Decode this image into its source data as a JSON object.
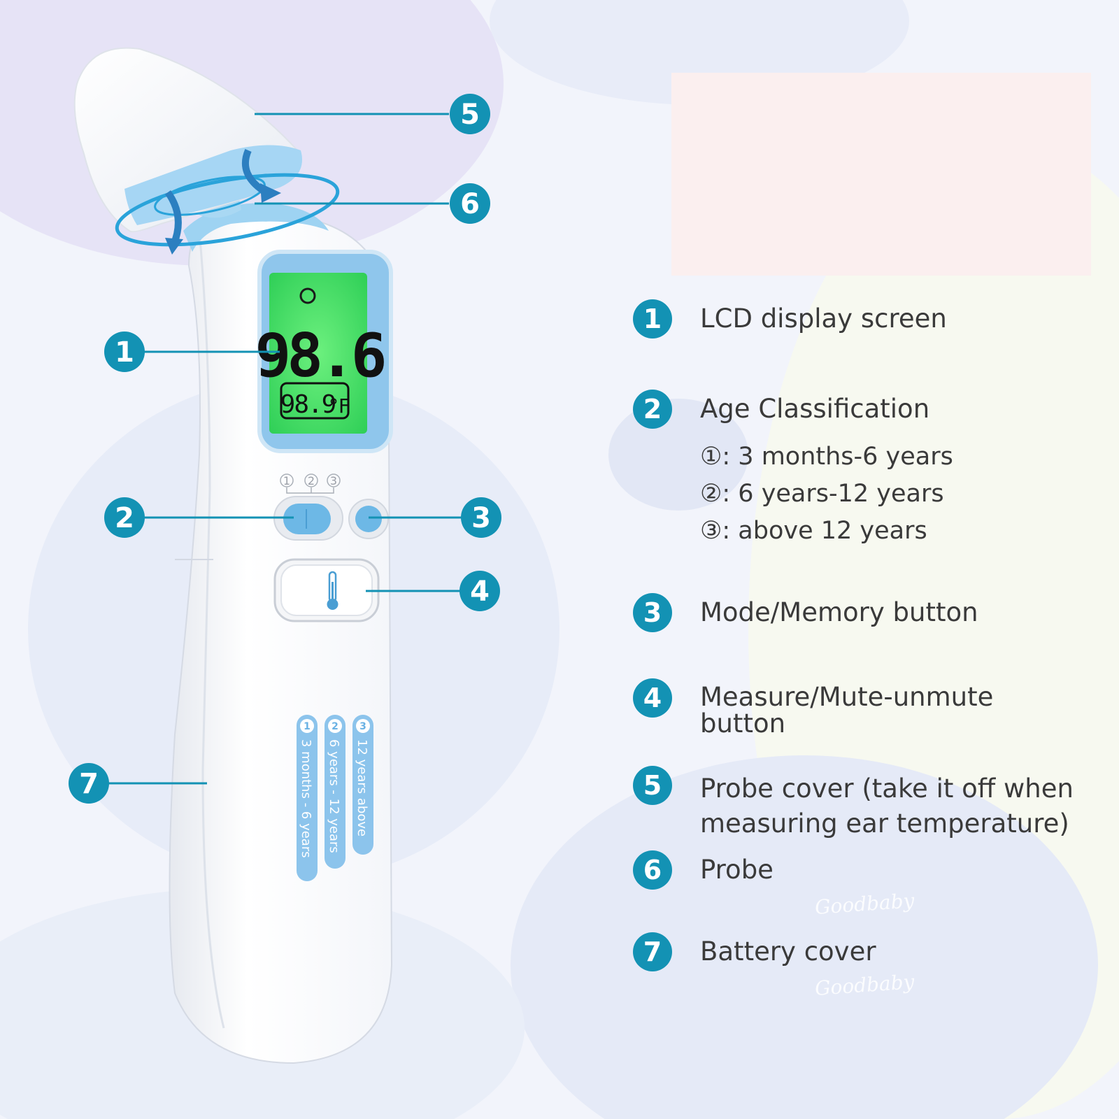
{
  "device": {
    "lcd_main_reading": "98.6",
    "lcd_sub_reading": "98.9",
    "lcd_unit": "°F",
    "switch_positions": [
      "1",
      "2",
      "3"
    ],
    "strip_labels": [
      {
        "num": "1",
        "text": "3 months - 6 years"
      },
      {
        "num": "2",
        "text": "6 years - 12 years"
      },
      {
        "num": "3",
        "text": "12 years above"
      }
    ]
  },
  "callouts": [
    "1",
    "2",
    "3",
    "4",
    "5",
    "6",
    "7"
  ],
  "legend": [
    {
      "num": "1",
      "text": "LCD display screen"
    },
    {
      "num": "2",
      "text": "Age Classification",
      "sub": [
        "①: 3 months-6 years",
        "②: 6 years-12 years",
        "③: above 12 years"
      ]
    },
    {
      "num": "3",
      "text": "Mode/Memory button"
    },
    {
      "num": "4",
      "text": "Measure/Mute-unmute button"
    },
    {
      "num": "5",
      "text": "Probe cover (take it off when measuring ear temperature)"
    },
    {
      "num": "6",
      "text": "Probe"
    },
    {
      "num": "7",
      "text": "Battery cover"
    }
  ],
  "watermark": "Goodbaby",
  "colors": {
    "accent": "#1392b4",
    "lcd_green": "#3fdc5f",
    "lcd_frame": "#8fc6ec",
    "pink_box": "#fbefef"
  }
}
